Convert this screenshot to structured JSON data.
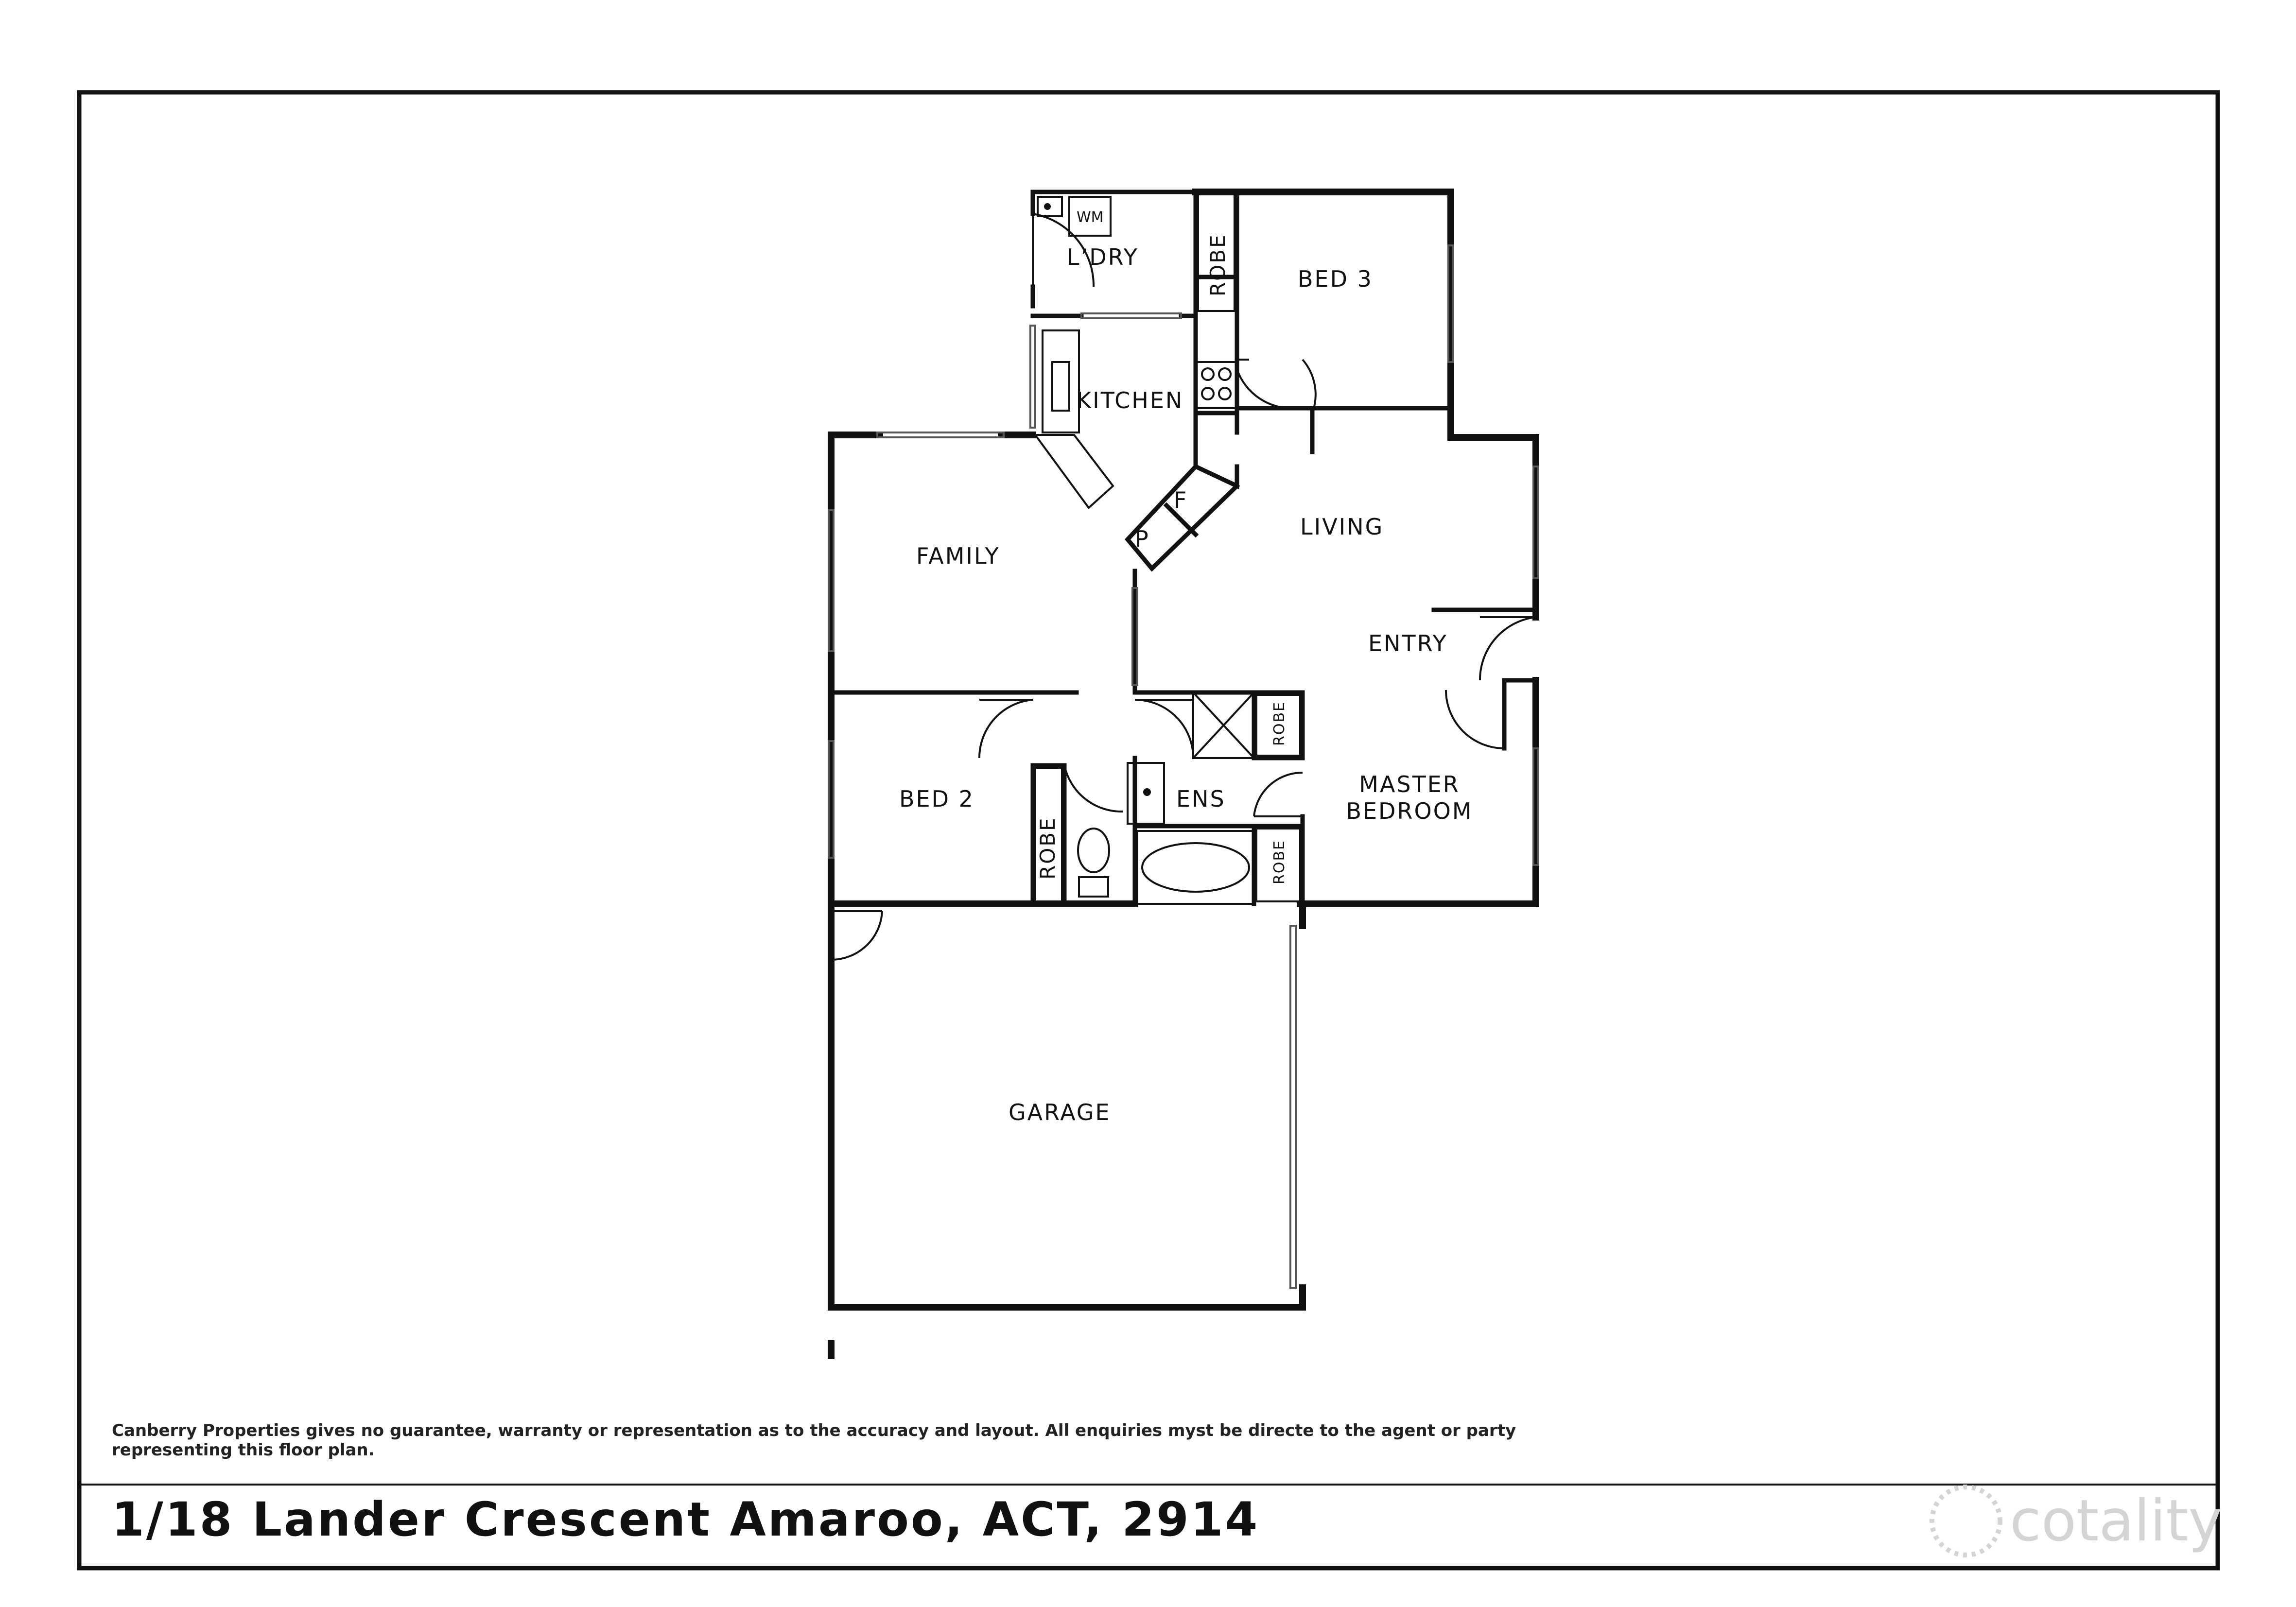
{
  "rooms": {
    "laundry": "L’DRY",
    "washing_machine": "WM",
    "kitchen": "KITCHEN",
    "bed3": "BED 3",
    "robe_bed3": "ROBE",
    "family": "FAMILY",
    "living": "LIVING",
    "pantry": "P",
    "fridge": "F",
    "entry": "ENTRY",
    "bed2": "BED 2",
    "robe_bed2": "ROBE",
    "ensuite": "ENS",
    "master_line1": "MASTER",
    "master_line2": "BEDROOM",
    "robe_master_top": "ROBE",
    "robe_master_bottom": "ROBE",
    "garage": "GARAGE"
  },
  "footer": {
    "disclaimer_line1": "Canberry Properties gives no guarantee, warranty or representation as to the accuracy and layout. All enquiries myst be directe to the agent or party",
    "disclaimer_line2": "representing this floor plan.",
    "address": "1/18 Lander Crescent Amaroo, ACT, 2914",
    "brand": "cotality"
  }
}
